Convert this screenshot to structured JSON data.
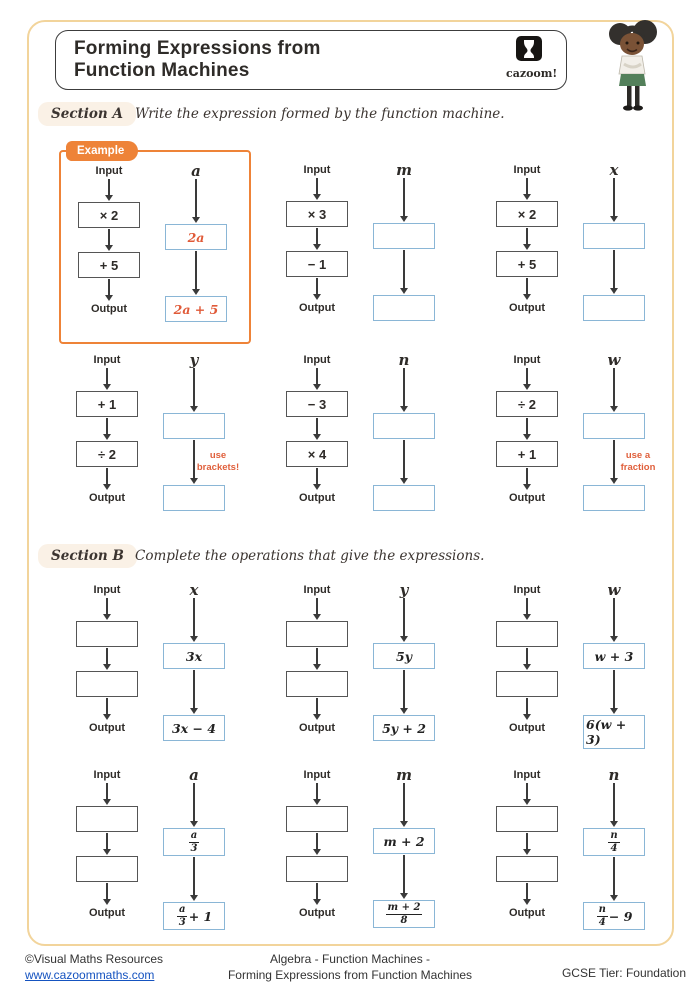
{
  "header": {
    "title_line1": "Forming Expressions from",
    "title_line2": "Function Machines",
    "logo_text": "cazoom!"
  },
  "labels": {
    "input": "Input",
    "output": "Output",
    "example": "Example"
  },
  "sectionA": {
    "label": "Section A",
    "instruction": "Write the expression formed by the function machine.",
    "machines": [
      {
        "variable": "a",
        "ops": [
          "× 2",
          "+ 5"
        ],
        "answers": [
          "2a",
          "2a + 5"
        ],
        "example": true
      },
      {
        "variable": "m",
        "ops": [
          "× 3",
          "− 1"
        ],
        "answers": [
          "",
          ""
        ]
      },
      {
        "variable": "x",
        "ops": [
          "× 2",
          "+ 5"
        ],
        "answers": [
          "",
          ""
        ]
      },
      {
        "variable": "y",
        "ops": [
          "+ 1",
          "÷ 2"
        ],
        "answers": [
          "",
          ""
        ],
        "note": "use brackets!"
      },
      {
        "variable": "n",
        "ops": [
          "− 3",
          "× 4"
        ],
        "answers": [
          "",
          ""
        ]
      },
      {
        "variable": "w",
        "ops": [
          "÷ 2",
          "+ 1"
        ],
        "answers": [
          "",
          ""
        ],
        "note": "use a fraction"
      }
    ]
  },
  "sectionB": {
    "label": "Section B",
    "instruction": "Complete the operations that give the expressions.",
    "machines": [
      {
        "variable": "x",
        "ops": [
          "",
          ""
        ],
        "answers": [
          "3x",
          "3x − 4"
        ]
      },
      {
        "variable": "y",
        "ops": [
          "",
          ""
        ],
        "answers": [
          "5y",
          "5y + 2"
        ]
      },
      {
        "variable": "w",
        "ops": [
          "",
          ""
        ],
        "answers": [
          "w + 3",
          "6(w + 3)"
        ]
      },
      {
        "variable": "a",
        "ops": [
          "",
          ""
        ],
        "answers": [
          {
            "frac": {
              "num": "a",
              "den": "3"
            }
          },
          {
            "frac": {
              "num": "a",
              "den": "3"
            },
            "post": " + 1"
          }
        ]
      },
      {
        "variable": "m",
        "ops": [
          "",
          ""
        ],
        "answers": [
          "m + 2",
          {
            "frac": {
              "num": "m + 2",
              "den": "8"
            }
          }
        ]
      },
      {
        "variable": "n",
        "ops": [
          "",
          ""
        ],
        "answers": [
          {
            "frac": {
              "num": "n",
              "den": "4"
            }
          },
          {
            "frac": {
              "num": "n",
              "den": "4"
            },
            "post": " − 9"
          }
        ]
      }
    ]
  },
  "footer": {
    "copyright": "©Visual Maths Resources",
    "link": "www.cazoommaths.com",
    "center_line1": "Algebra - Function Machines -",
    "center_line2": "Forming Expressions from Function Machines",
    "tier": "GCSE Tier: Foundation"
  },
  "colors": {
    "accent_orange": "#ee8338",
    "answer_orange": "#e05a38",
    "box_blue": "#8ab6d6",
    "page_border_tan": "#f2d49b",
    "note_red": "#e0603c",
    "link_blue": "#1553c0"
  }
}
